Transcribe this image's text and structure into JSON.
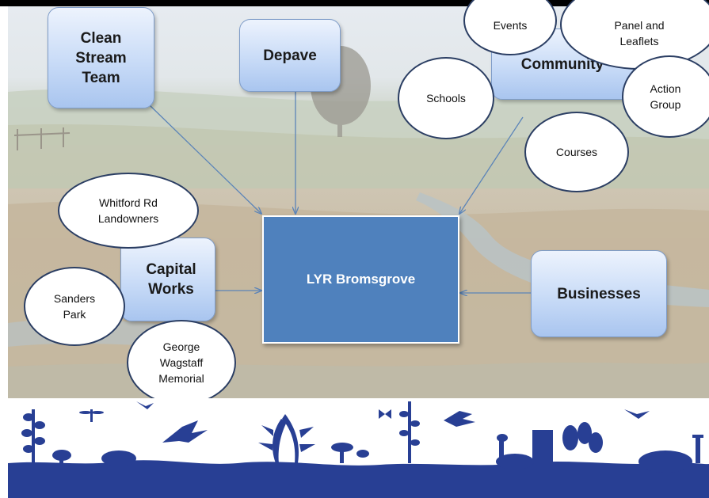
{
  "nodes": {
    "center": "LYR Bromsgrove",
    "clean_stream_team": "Clean\nStream\nTeam",
    "depave": "Depave",
    "community": "Community",
    "capital_works": "Capital\nWorks",
    "businesses": "Businesses"
  },
  "community_items": {
    "events": "Events",
    "panel_leaflets": "Panel and\nLeaflets",
    "schools": "Schools",
    "action_group": "Action\nGroup",
    "courses": "Courses"
  },
  "capital_items": {
    "whitford": "Whitford Rd\nLandowners",
    "sanders": "Sanders\nPark",
    "george": "George\nWagstaff\nMemorial"
  },
  "colors": {
    "center_fill": "#4f81bd",
    "box_gradient_top": "#edf3fd",
    "box_gradient_bottom": "#a9c5ef",
    "connector": "#5b84b8",
    "silhouette_band": "#283f94"
  }
}
